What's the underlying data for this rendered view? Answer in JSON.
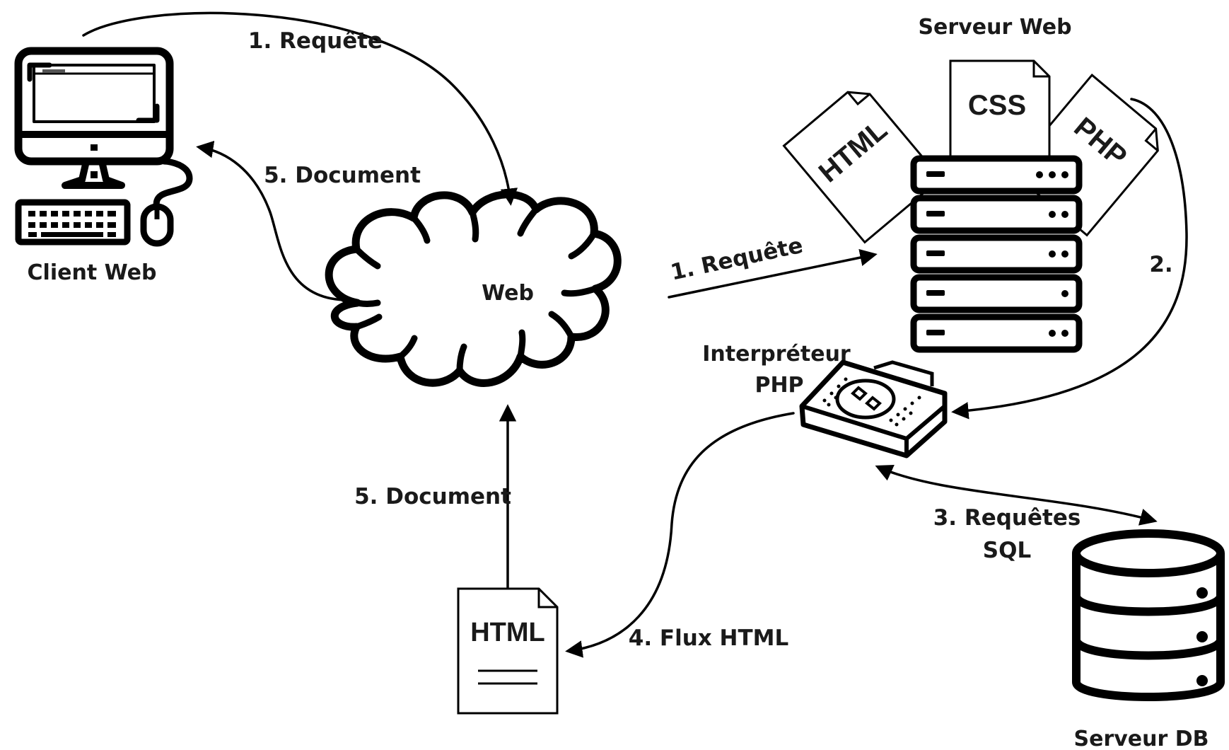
{
  "nodes": {
    "client": {
      "label": "Client Web"
    },
    "web": {
      "label": "Web"
    },
    "server": {
      "label": "Serveur Web",
      "doc_labels": [
        "HTML",
        "CSS",
        "PHP"
      ]
    },
    "interpreter": {
      "label_line1": "Interpréteur",
      "label_line2": "PHP"
    },
    "database": {
      "label": "Serveur DB"
    },
    "html_document": {
      "label": "HTML"
    }
  },
  "edges": {
    "client_to_web": {
      "label": "1. Requête"
    },
    "web_to_client": {
      "label": "5. Document"
    },
    "web_to_server": {
      "label": "1. Requête"
    },
    "server_to_interpreter": {
      "label": "2."
    },
    "interpreter_db": {
      "label_line1": "3. Requêtes",
      "label_line2": "SQL"
    },
    "interpreter_to_html": {
      "label": "4. Flux HTML"
    },
    "html_to_web": {
      "label": "5. Document"
    }
  },
  "icons": {
    "client": "desktop-computer-icon",
    "web": "cloud-icon",
    "server": "server-rack-icon",
    "interpreter": "circuit-board-icon",
    "database": "database-icon",
    "document": "document-icon"
  }
}
